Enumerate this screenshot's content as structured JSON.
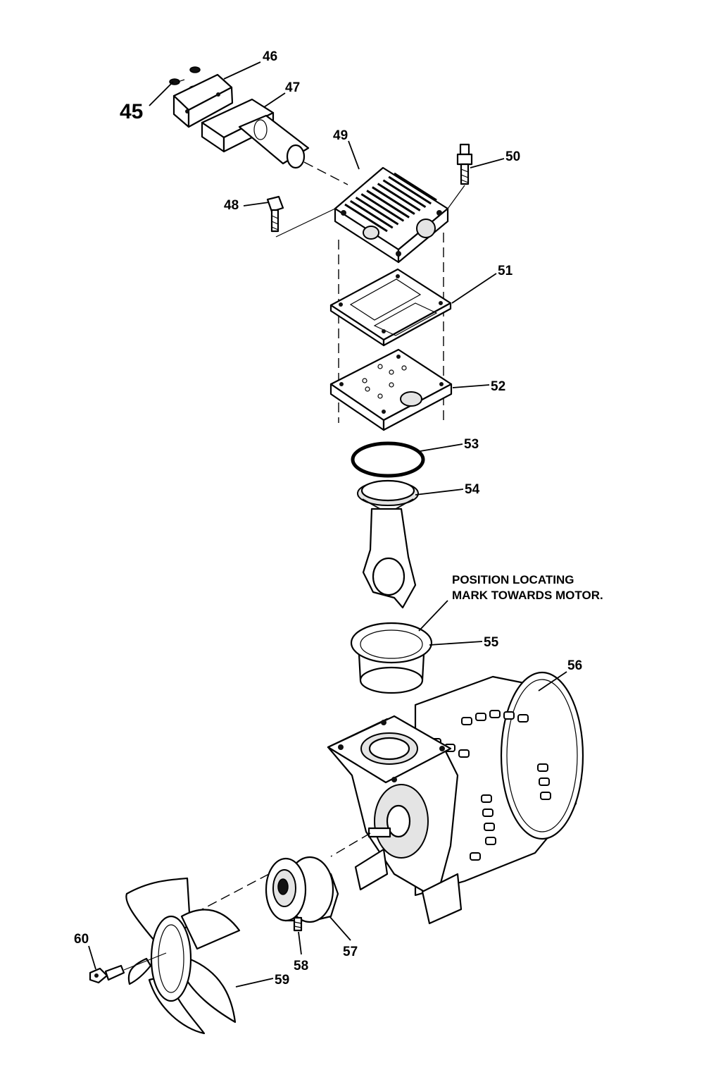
{
  "diagram": {
    "parts": [
      {
        "id": "p45",
        "label": "45"
      },
      {
        "id": "p46",
        "label": "46"
      },
      {
        "id": "p47",
        "label": "47"
      },
      {
        "id": "p48",
        "label": "48"
      },
      {
        "id": "p49",
        "label": "49"
      },
      {
        "id": "p50",
        "label": "50"
      },
      {
        "id": "p51",
        "label": "51"
      },
      {
        "id": "p52",
        "label": "52"
      },
      {
        "id": "p53",
        "label": "53"
      },
      {
        "id": "p54",
        "label": "54"
      },
      {
        "id": "p55",
        "label": "55"
      },
      {
        "id": "p56",
        "label": "56"
      },
      {
        "id": "p57",
        "label": "57"
      },
      {
        "id": "p58",
        "label": "58"
      },
      {
        "id": "p59",
        "label": "59"
      },
      {
        "id": "p60",
        "label": "60"
      }
    ],
    "note": {
      "line1": "POSITION LOCATING",
      "line2": "MARK TOWARDS MOTOR."
    }
  }
}
